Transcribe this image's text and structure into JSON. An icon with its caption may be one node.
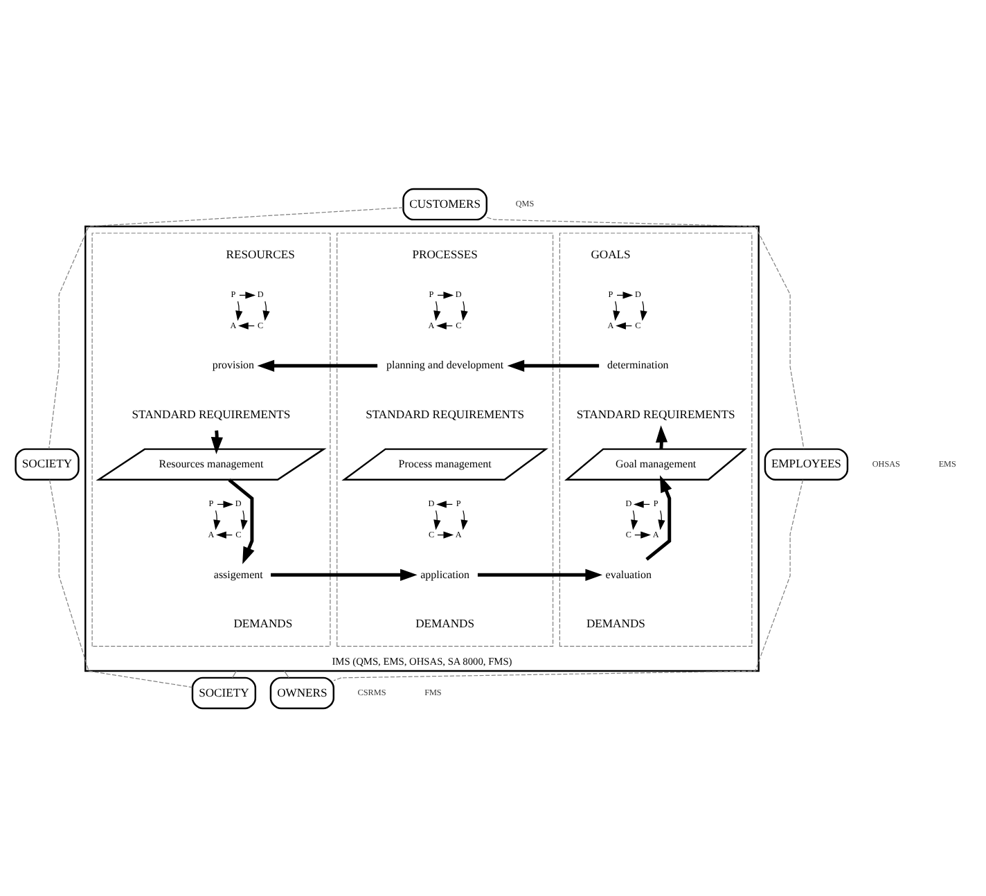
{
  "diagram": {
    "nodes": [
      {
        "text": [
          "CUSTOMERS"
        ]
      },
      {
        "text": [
          "EMPLOYEES"
        ]
      },
      {
        "text": [
          "SOCIETY"
        ]
      },
      {
        "text": [
          "IMS (QMS, EMS, OHSAS, SA 8000, FMS)"
        ]
      },
      {
        "text": [
          "GOALS"
        ],
        "in": 3
      },
      {
        "text": [
          "P"
        ],
        "in": 4
      },
      {
        "text": [
          "D"
        ],
        "in": 4
      },
      {
        "text": [
          "A"
        ],
        "in": 4
      },
      {
        "text": [
          "C"
        ],
        "in": 4
      },
      {
        "text": [
          "determination"
        ],
        "in": 4
      },
      {
        "text": [
          "STANDARD REQUIREMENTS"
        ],
        "in": 4
      },
      {
        "text": [
          "Goal management"
        ],
        "in": 4
      },
      {
        "text": [
          "P"
        ],
        "in": 4
      },
      {
        "text": [
          "D"
        ],
        "in": 4
      },
      {
        "text": [
          "A"
        ],
        "in": 4
      },
      {
        "text": [
          "C"
        ],
        "in": 4
      },
      {
        "text": [
          "evaluation"
        ],
        "in": 4
      },
      {
        "text": [
          "DEMANDS"
        ],
        "in": 4
      },
      {
        "text": [
          "PROCESSES"
        ],
        "in": 3
      },
      {
        "text": [
          "P"
        ],
        "in": 18
      },
      {
        "text": [
          "D"
        ],
        "in": 18
      },
      {
        "text": [
          "A"
        ],
        "in": 18
      },
      {
        "text": [
          "C"
        ],
        "in": 18
      },
      {
        "text": [
          "planning and development"
        ],
        "in": 18
      },
      {
        "text": [
          "STANDARD REQUIREMENTS"
        ],
        "in": 18
      },
      {
        "text": [
          "Process management"
        ],
        "in": 18
      },
      {
        "text": [
          "P"
        ],
        "in": 18
      },
      {
        "text": [
          "D"
        ],
        "in": 18
      },
      {
        "text": [
          "A"
        ],
        "in": 18
      },
      {
        "text": [
          "C"
        ],
        "in": 18
      },
      {
        "text": [
          "application"
        ],
        "in": 18
      },
      {
        "text": [
          "DEMANDS"
        ],
        "in": 18
      },
      {
        "text": [
          "RESOURCES"
        ],
        "in": 3
      },
      {
        "text": [
          "P"
        ],
        "in": 32
      },
      {
        "text": [
          "D"
        ],
        "in": 32
      },
      {
        "text": [
          "A"
        ],
        "in": 32
      },
      {
        "text": [
          "C"
        ],
        "in": 32
      },
      {
        "text": [
          "provision"
        ],
        "in": 32
      },
      {
        "text": [
          "STANDARD REQUIREMENTS"
        ],
        "in": 32
      },
      {
        "text": [
          "Resources management"
        ],
        "in": 32
      },
      {
        "text": [
          "P"
        ],
        "in": 32
      },
      {
        "text": [
          "D"
        ],
        "in": 32
      },
      {
        "text": [
          "A"
        ],
        "in": 32
      },
      {
        "text": [
          "C"
        ],
        "in": 32
      },
      {
        "text": [
          "assigement"
        ],
        "in": 32
      },
      {
        "text": [
          "DEMANDS"
        ],
        "in": 32
      },
      {
        "text": [
          "SOCIETY"
        ]
      },
      {
        "text": [
          "OWNERS"
        ]
      }
    ],
    "edges": [
      {
        "from": 5,
        "to": 6,
        "arrow": "to"
      },
      {
        "from": 5,
        "to": 7,
        "arrow": "to"
      },
      {
        "from": 6,
        "to": 8,
        "arrow": "to"
      },
      {
        "from": 8,
        "to": 7,
        "arrow": "to"
      },
      {
        "from": 12,
        "to": 13,
        "arrow": "to"
      },
      {
        "from": 12,
        "to": 14,
        "arrow": "to"
      },
      {
        "from": 13,
        "to": 15,
        "arrow": "to"
      },
      {
        "from": 15,
        "to": 14,
        "arrow": "to"
      },
      {
        "from": 19,
        "to": 20,
        "arrow": "to"
      },
      {
        "from": 19,
        "to": 21,
        "arrow": "to"
      },
      {
        "from": 20,
        "to": 22,
        "arrow": "to"
      },
      {
        "from": 22,
        "to": 21,
        "arrow": "to"
      },
      {
        "from": 26,
        "to": 27,
        "arrow": "to"
      },
      {
        "from": 26,
        "to": 28,
        "arrow": "to"
      },
      {
        "from": 27,
        "to": 29,
        "arrow": "to"
      },
      {
        "from": 29,
        "to": 28,
        "arrow": "to"
      },
      {
        "from": 33,
        "to": 34,
        "arrow": "to"
      },
      {
        "from": 33,
        "to": 35,
        "arrow": "to"
      },
      {
        "from": 34,
        "to": 36,
        "arrow": "to"
      },
      {
        "from": 36,
        "to": 35,
        "arrow": "to"
      },
      {
        "from": 40,
        "to": 41,
        "arrow": "to"
      },
      {
        "from": 40,
        "to": 42,
        "arrow": "to"
      },
      {
        "from": 41,
        "to": 43,
        "arrow": "to"
      },
      {
        "from": 43,
        "to": 42,
        "arrow": "to"
      },
      {
        "from": 9,
        "to": 23,
        "arrow": "to",
        "style": "thick"
      },
      {
        "from": 23,
        "to": 37,
        "arrow": "to",
        "style": "thick"
      },
      {
        "from": 11,
        "to": 10,
        "arrow": "to",
        "style": "thick"
      },
      {
        "from": 16,
        "to": 11,
        "arrow": "to",
        "style": "thick"
      },
      {
        "from": 38,
        "to": 39,
        "arrow": "to",
        "style": "thick"
      },
      {
        "from": 39,
        "to": 44,
        "arrow": "to",
        "style": "thick"
      },
      {
        "from": 44,
        "to": 30,
        "arrow": "to",
        "style": "thick"
      },
      {
        "from": 30,
        "to": 16,
        "arrow": "to",
        "style": "thick"
      },
      {
        "from": 0,
        "to": 1,
        "arrow": "none",
        "style": "dashed",
        "color": "#808080"
      },
      {
        "from": 0,
        "to": 2,
        "arrow": "none",
        "style": "dashed",
        "color": "#808080"
      },
      {
        "from": 1,
        "to": 47,
        "arrow": "none",
        "style": "dashed",
        "color": "#808080"
      },
      {
        "from": 2,
        "to": 46,
        "arrow": "none",
        "style": "dashed",
        "color": "#808080"
      },
      {
        "from": 3,
        "to": 46,
        "arrow": "none",
        "color": "#808080"
      },
      {
        "from": 3,
        "to": 47,
        "arrow": "none",
        "color": "#808080"
      }
    ],
    "labels": [
      "QMS",
      "OHSAS",
      "EMS",
      "CSRMS",
      "FMS"
    ]
  }
}
